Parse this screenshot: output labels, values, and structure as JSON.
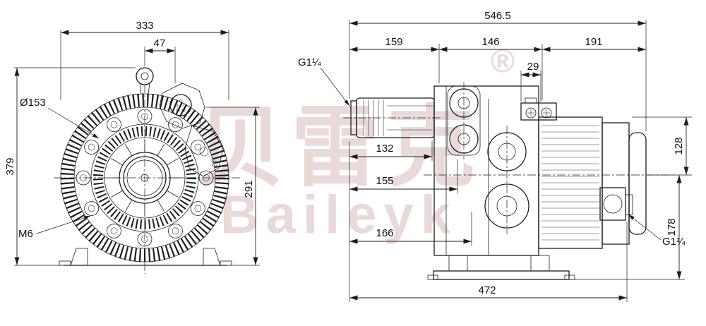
{
  "watermark": {
    "cjk": "贝雷克",
    "latin": "Baileyk",
    "reg": "®"
  },
  "colors": {
    "line": "#1d1d1d",
    "watermark": "#dcbfbf",
    "background": "#ffffff"
  },
  "front": {
    "dim_width": "333",
    "dim_eye_offset": "47",
    "dim_bore": "Ø153",
    "dim_height": "379",
    "dim_thread": "M6",
    "dim_inner_height": "291"
  },
  "side": {
    "dim_total": "546.5",
    "dim_seg1": "159",
    "dim_seg2": "146",
    "dim_seg3": "191",
    "dim_box": "29",
    "dim_h_top": "128",
    "dim_h_bottom": "178",
    "dim_d1": "132",
    "dim_d2": "155",
    "dim_d3": "166",
    "dim_base": "472",
    "port_top": "G1¼",
    "port_bottom": "G1¼"
  }
}
